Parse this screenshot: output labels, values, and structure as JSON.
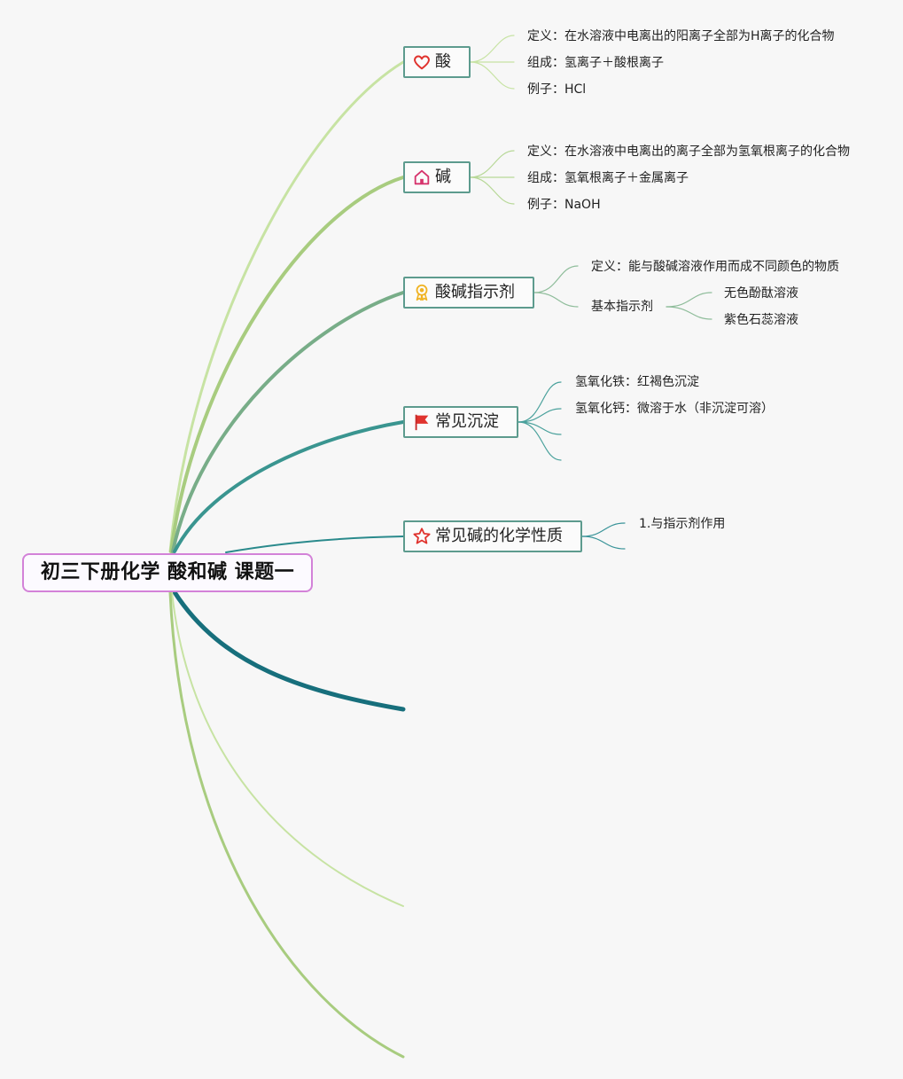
{
  "root": {
    "label": "初三下册化学 酸和碱 课题一"
  },
  "branches": [
    {
      "label": "酸",
      "icon": "heart-icon",
      "children": [
        {
          "label": "定义：在水溶液中电离出的阳离子全部为H离子的化合物"
        },
        {
          "label": "组成：氢离子＋酸根离子"
        },
        {
          "label": "例子：HCl"
        }
      ]
    },
    {
      "label": "碱",
      "icon": "house-icon",
      "children": [
        {
          "label": "定义：在水溶液中电离出的离子全部为氢氧根离子的化合物"
        },
        {
          "label": "组成：氢氧根离子＋金属离子"
        },
        {
          "label": "例子：NaOH"
        }
      ]
    },
    {
      "label": "酸碱指示剂",
      "icon": "medal-icon",
      "children": [
        {
          "label": "定义：能与酸碱溶液作用而成不同颜色的物质"
        },
        {
          "label": "基本指示剂",
          "children": [
            {
              "label": "无色酚酞溶液"
            },
            {
              "label": "紫色石蕊溶液"
            }
          ]
        }
      ]
    },
    {
      "label": "常见沉淀",
      "icon": "flag-icon",
      "children": [
        {
          "label": "氢氧化铁：红褐色沉淀"
        },
        {
          "label": "氢氧化钙：微溶于水（非沉淀可溶）"
        }
      ]
    },
    {
      "label": "常见碱的化学性质",
      "icon": "star-icon",
      "children": [
        {
          "label": "1.与指示剂作用"
        }
      ]
    }
  ],
  "colors": {
    "root_border": "#d382d8",
    "branch_border": "#5d9b8e",
    "icon_red": "#e0332e",
    "icon_gold": "#f0b323"
  }
}
